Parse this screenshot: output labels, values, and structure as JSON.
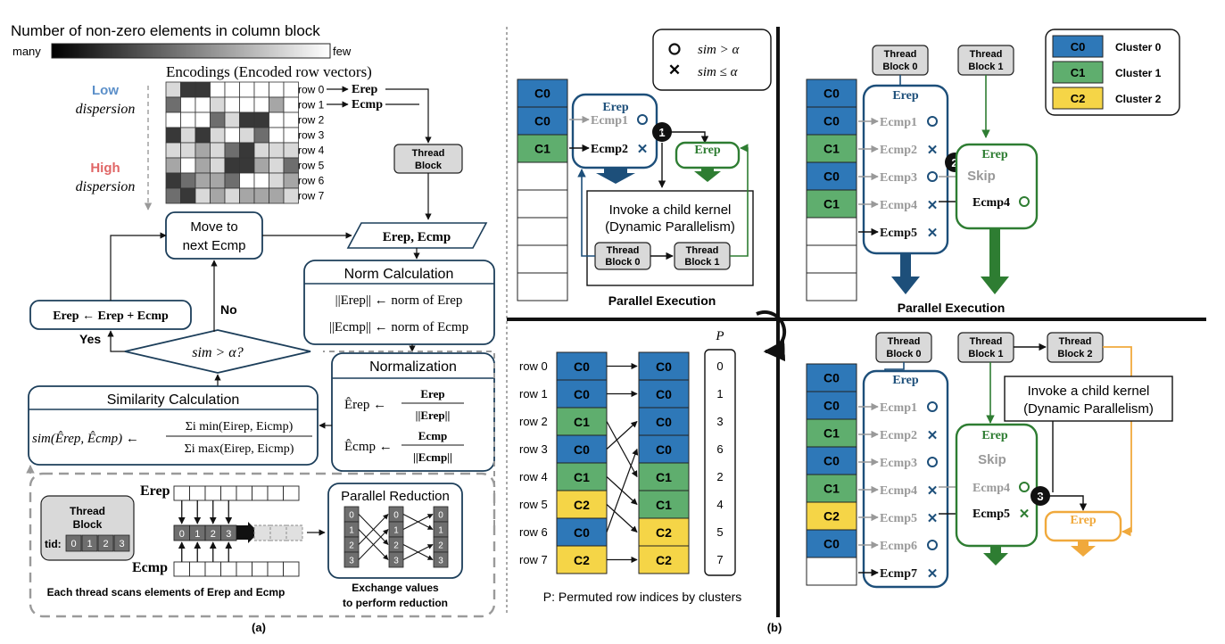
{
  "panel_a": {
    "caption": "(a)",
    "colorbar": {
      "title": "Number of non-zero elements in column block",
      "left": "many",
      "right": "few"
    },
    "encodings_title": "Encodings (Encoded row vectors)",
    "low_dispersion": [
      "Low",
      "dispersion"
    ],
    "high_dispersion": [
      "High",
      "dispersion"
    ],
    "rows": [
      "row 0",
      "row 1",
      "row 2",
      "row 3",
      "row 4",
      "row 5",
      "row 6",
      "row 7"
    ],
    "heatmap": [
      [
        1,
        4,
        4,
        0,
        0,
        0,
        0,
        0,
        0
      ],
      [
        3,
        0,
        0,
        1,
        0,
        0,
        0,
        2,
        0
      ],
      [
        0,
        0,
        0,
        3,
        1,
        4,
        4,
        0,
        0
      ],
      [
        4,
        1,
        4,
        1,
        0,
        1,
        3,
        0,
        0
      ],
      [
        1,
        1,
        2,
        1,
        3,
        4,
        1,
        1,
        1
      ],
      [
        2,
        0,
        2,
        1,
        4,
        4,
        2,
        1,
        3
      ],
      [
        4,
        3,
        2,
        2,
        3,
        0,
        0,
        1,
        2
      ],
      [
        3,
        4,
        1,
        2,
        1,
        2,
        2,
        2,
        1
      ]
    ],
    "heat_colors": [
      "#ffffff",
      "#d9d9d9",
      "#a6a6a6",
      "#6e6e6e",
      "#383838"
    ],
    "row0_label": "Erep",
    "row1_label": "Ecmp",
    "thread_block": [
      "Thread",
      "Block"
    ],
    "parallelogram": "Erep, Ecmp",
    "norm": {
      "title": "Norm Calculation",
      "line1": "||Erep|| ← norm of Erep",
      "line2": "||Ecmp|| ← norm of Ecmp"
    },
    "normalization": {
      "title": "Normalization",
      "line1a": "Êrep ←",
      "line1num": "Erep",
      "line1den": "||Erep||",
      "line2a": "Êcmp ←",
      "line2num": "Ecmp",
      "line2den": "||Ecmp||"
    },
    "move": [
      "Move to",
      "next Ecmp"
    ],
    "update": "Erep ← Erep + Ecmp",
    "decision": "sim > α?",
    "yes": "Yes",
    "no": "No",
    "similarity": {
      "title": "Similarity Calculation",
      "lhs": "sim(Êrep, Êcmp) ←",
      "num": "Σi min(Eirep, Eicmp)",
      "den": "Σi max(Eirep, Eicmp)"
    },
    "detail": {
      "thread_block": [
        "Thread",
        "Block"
      ],
      "tid": "tid:",
      "tids": [
        "0",
        "1",
        "2",
        "3"
      ],
      "erep": "Erep",
      "ecmp": "Ecmp",
      "reduction_title": "Parallel Reduction",
      "reduction_cells": [
        "0",
        "1",
        "2",
        "3"
      ],
      "scan_caption": "Each thread scans elements of Erep and Ecmp",
      "exchange_caption": [
        "Exchange values",
        "to perform reduction"
      ]
    }
  },
  "panel_b": {
    "caption": "(b)",
    "legend_sim": {
      "gt": "sim > α",
      "le": "sim ≤ α"
    },
    "legend_clusters": [
      {
        "code": "C0",
        "name": "Cluster 0",
        "color": "#2e78b8"
      },
      {
        "code": "C1",
        "name": "Cluster 1",
        "color": "#5fae6e"
      },
      {
        "code": "C2",
        "name": "Cluster 2",
        "color": "#f5d547"
      }
    ],
    "tl": {
      "column": [
        "C0",
        "C0",
        "C1",
        "",
        "",
        "",
        "",
        ""
      ],
      "erep": "Erep",
      "ecmp1": "Ecmp1",
      "ecmp2": "Ecmp2",
      "erep_green": "Erep",
      "step": "1",
      "child_kernel": [
        "Invoke a child kernel",
        "(Dynamic Parallelism)"
      ],
      "tb0": [
        "Thread",
        "Block 0"
      ],
      "tb1": [
        "Thread",
        "Block 1"
      ],
      "caption": "Parallel Execution"
    },
    "tr": {
      "column": [
        "C0",
        "C0",
        "C1",
        "C0",
        "C1",
        "",
        "",
        ""
      ],
      "tb0": [
        "Thread",
        "Block 0"
      ],
      "tb1": [
        "Thread",
        "Block 1"
      ],
      "erep": "Erep",
      "items": [
        "Ecmp1",
        "Ecmp2",
        "Ecmp3",
        "Ecmp4",
        "Ecmp5"
      ],
      "erep_green": "Erep",
      "skip": "Skip",
      "ecmp4": "Ecmp4",
      "step": "2",
      "caption": "Parallel Execution"
    },
    "bl": {
      "rows": [
        "row 0",
        "row 1",
        "row 2",
        "row 3",
        "row 4",
        "row 5",
        "row 6",
        "row 7"
      ],
      "before": [
        "C0",
        "C0",
        "C1",
        "C0",
        "C1",
        "C2",
        "C0",
        "C2"
      ],
      "after": [
        "C0",
        "C0",
        "C0",
        "C0",
        "C1",
        "C1",
        "C2",
        "C2"
      ],
      "p_title": "P",
      "p_values": [
        "0",
        "1",
        "3",
        "6",
        "2",
        "4",
        "5",
        "7"
      ],
      "caption": "P: Permuted row indices by clusters"
    },
    "br": {
      "column": [
        "C0",
        "C0",
        "C1",
        "C0",
        "C1",
        "C2",
        "C0",
        ""
      ],
      "tb0": [
        "Thread",
        "Block 0"
      ],
      "tb1": [
        "Thread",
        "Block 1"
      ],
      "tb2": [
        "Thread",
        "Block 2"
      ],
      "child_kernel": [
        "Invoke a child kernel",
        "(Dynamic Parallelism)"
      ],
      "erep": "Erep",
      "items": [
        "Ecmp1",
        "Ecmp2",
        "Ecmp3",
        "Ecmp4",
        "Ecmp5",
        "Ecmp6",
        "Ecmp7"
      ],
      "erep_green": "Erep",
      "skip": "Skip",
      "ecmp4": "Ecmp4",
      "ecmp5": "Ecmp5",
      "erep_orange": "Erep",
      "step": "3"
    }
  }
}
